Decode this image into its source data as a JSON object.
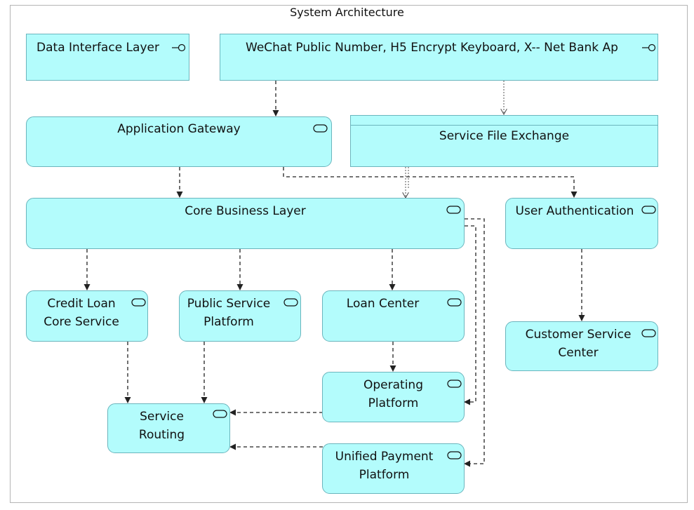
{
  "diagram": {
    "title": "System Architecture",
    "nodes": {
      "data_interface": {
        "label": "Data Interface Layer",
        "kind": "interface"
      },
      "wechat": {
        "label": "WeChat Public Number,  H5 Encrypt Keyboard, X-- Net Bank Ap",
        "kind": "interface"
      },
      "gateway": {
        "label": "Application Gateway",
        "kind": "service"
      },
      "file_exchange": {
        "label": "Service File Exchange",
        "kind": "data-object"
      },
      "core": {
        "label": "Core Business Layer",
        "kind": "service"
      },
      "user_auth": {
        "label": "User Authentication",
        "kind": "service"
      },
      "credit_loan": {
        "line1": "Credit Loan",
        "line2": "Core Service",
        "kind": "service"
      },
      "public_service": {
        "line1": "Public Service",
        "line2": "Platform",
        "kind": "service"
      },
      "loan_center": {
        "label": "Loan Center",
        "kind": "service"
      },
      "customer_service": {
        "line1": "Customer Service",
        "line2": "Center",
        "kind": "service"
      },
      "operating": {
        "line1": "Operating",
        "line2": "Platform",
        "kind": "service"
      },
      "routing": {
        "line1": "Service",
        "line2": "Routing",
        "kind": "service"
      },
      "payment": {
        "line1": "Unified Payment",
        "line2": "Platform",
        "kind": "service"
      }
    },
    "edges": [
      {
        "from": "wechat",
        "to": "gateway",
        "style": "dashed"
      },
      {
        "from": "wechat",
        "to": "file_exchange",
        "style": "dotted"
      },
      {
        "from": "gateway",
        "to": "core",
        "style": "dashed"
      },
      {
        "from": "gateway",
        "to": "user_auth",
        "style": "dashed"
      },
      {
        "from": "file_exchange",
        "to": "core",
        "style": "dotted"
      },
      {
        "from": "core",
        "to": "credit_loan",
        "style": "dashed"
      },
      {
        "from": "core",
        "to": "public_service",
        "style": "dashed"
      },
      {
        "from": "core",
        "to": "loan_center",
        "style": "dashed"
      },
      {
        "from": "core",
        "to": "operating",
        "style": "dashed"
      },
      {
        "from": "core",
        "to": "payment",
        "style": "dashed"
      },
      {
        "from": "user_auth",
        "to": "customer_service",
        "style": "dashed"
      },
      {
        "from": "credit_loan",
        "to": "routing",
        "style": "dashed"
      },
      {
        "from": "public_service",
        "to": "routing",
        "style": "dashed"
      },
      {
        "from": "loan_center",
        "to": "operating",
        "style": "dashed"
      },
      {
        "from": "operating",
        "to": "routing",
        "style": "dashed"
      },
      {
        "from": "payment",
        "to": "routing",
        "style": "dashed"
      }
    ],
    "colors": {
      "fill": "#b3fcfc",
      "border": "#6bb5bd",
      "edge": "#222222"
    }
  }
}
